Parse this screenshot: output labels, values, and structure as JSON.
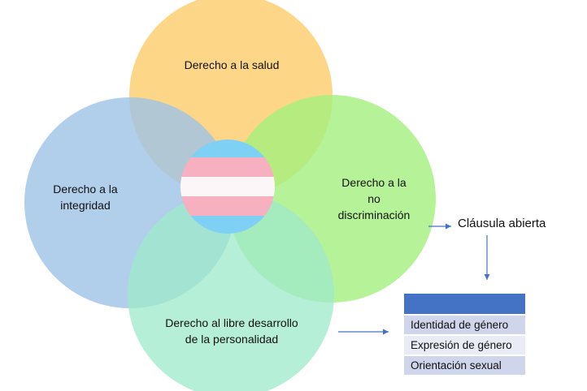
{
  "circles": [
    {
      "label": "Derecho a la salud",
      "color": "#fdd27a"
    },
    {
      "label": "Derecho a la integridad",
      "line1": "Derecho a la",
      "line2": "integridad",
      "color": "#9dc3e6"
    },
    {
      "label": "Derecho a la no discriminación",
      "line1": "Derecho a la",
      "line2": "no",
      "line3": "discriminación",
      "color": "#a4f07e"
    },
    {
      "label": "Derecho al libre desarrollo de la personalidad",
      "line1": "Derecho al libre desarrollo",
      "line2": "de la personalidad",
      "color": "#9ee9c9"
    }
  ],
  "center_image": "transgender-flag",
  "clausula": "Cláusula abierta",
  "table": {
    "header_color": "#4472c4",
    "rows": [
      "Identidad de género",
      "Expresión de género",
      "Orientación sexual"
    ]
  }
}
